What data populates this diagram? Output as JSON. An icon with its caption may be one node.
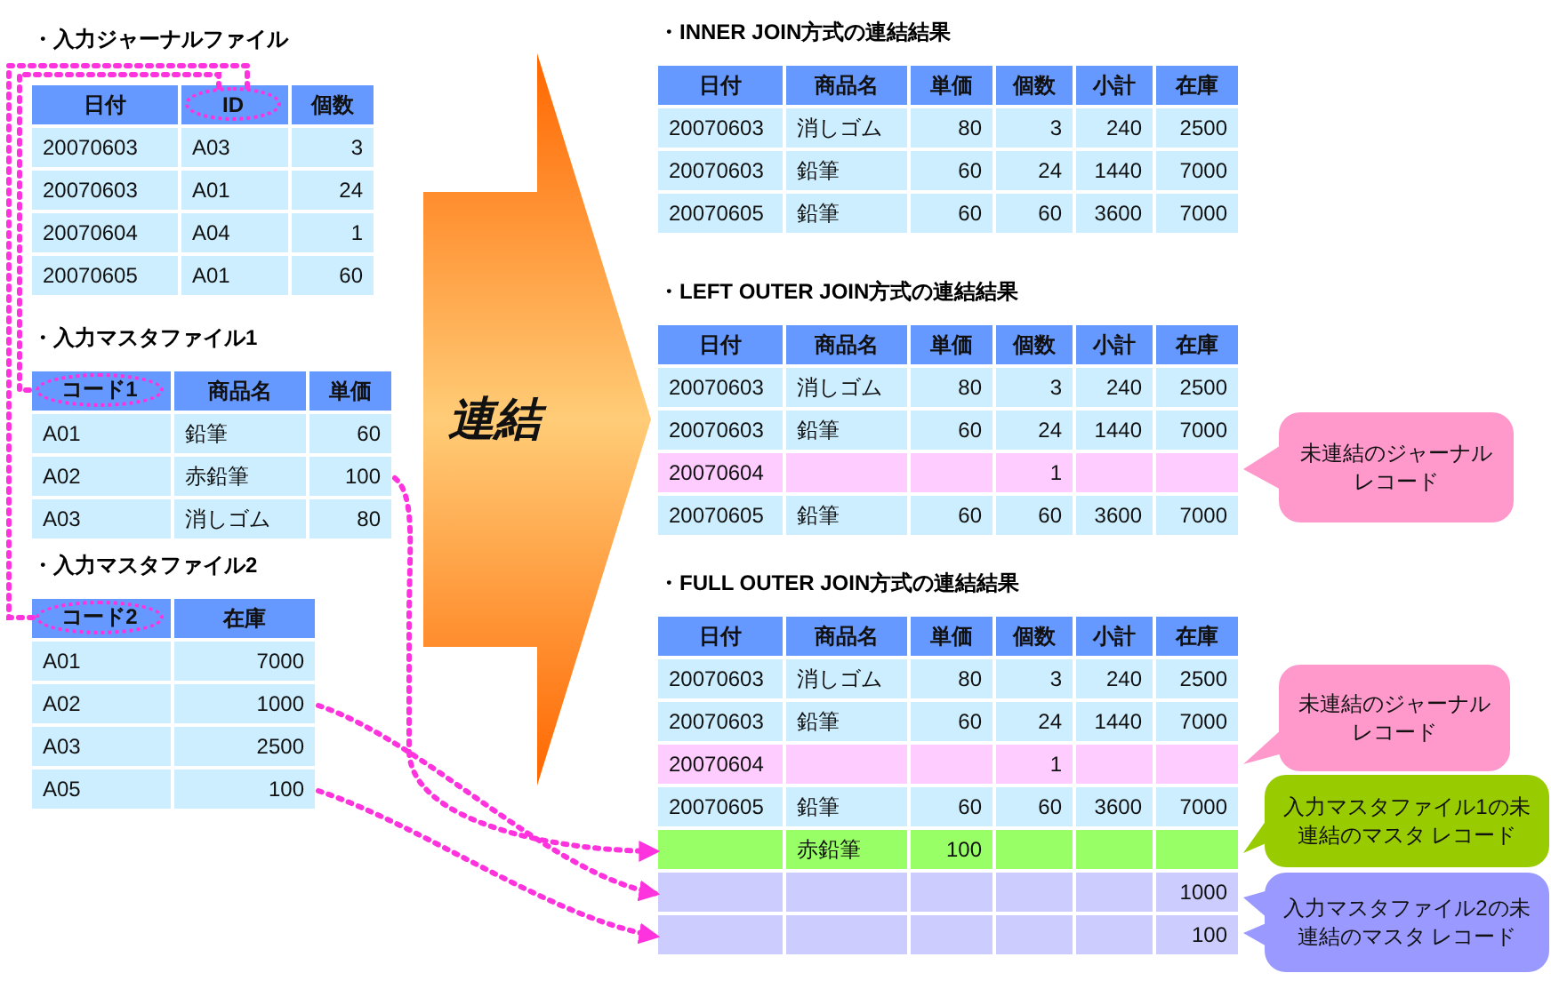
{
  "diagram": {
    "nodes": [
      {
        "text": [
          "・入力ジャーナルファイル"
        ]
      },
      {
        "text": [
          "日付",
          "個数"
        ],
        "in": 0
      },
      {
        "text": [
          "ID"
        ],
        "in": 1
      },
      {
        "text": [
          "20070603",
          "A03",
          "3"
        ],
        "in": 0
      },
      {
        "text": [
          "20070603",
          "A01",
          "24"
        ],
        "in": 0
      },
      {
        "text": [
          "20070604",
          "A04",
          "1"
        ],
        "in": 0
      },
      {
        "text": [
          "20070605",
          "A01",
          "60"
        ],
        "in": 0
      },
      {
        "text": [
          "・入力マスタファイル1"
        ]
      },
      {
        "text": [
          "商品名",
          "単価"
        ],
        "in": 7
      },
      {
        "text": [
          "コード1"
        ],
        "in": 8
      },
      {
        "text": [
          "A01",
          "鉛筆",
          "60"
        ],
        "in": 7
      },
      {
        "text": [
          "A02",
          "赤鉛筆",
          "100"
        ],
        "in": 7
      },
      {
        "text": [
          "A03",
          "消しゴム",
          "80"
        ],
        "in": 7
      },
      {
        "text": [
          "・入力マスタファイル2"
        ]
      },
      {
        "text": [
          "在庫"
        ],
        "in": 13
      },
      {
        "text": [
          "コード2"
        ],
        "in": 14
      },
      {
        "text": [
          "A01",
          "7000"
        ],
        "in": 13
      },
      {
        "text": [
          "A02",
          "1000"
        ],
        "in": 13
      },
      {
        "text": [
          "A03",
          "2500"
        ],
        "in": 13
      },
      {
        "text": [
          "A05",
          "100"
        ],
        "in": 13
      },
      {
        "text": [
          "連結"
        ]
      },
      {
        "text": [
          "・INNER JOIN方式の連結結果"
        ]
      },
      {
        "text": [
          "日付",
          "商品名",
          "単価",
          "個数",
          "小計",
          "在庫"
        ],
        "in": 21
      },
      {
        "text": [
          "20070603",
          "消しゴム",
          "80",
          "3",
          "240",
          "2500"
        ],
        "in": 21
      },
      {
        "text": [
          "20070603",
          "鉛筆",
          "60",
          "24",
          "1440",
          "7000"
        ],
        "in": 21
      },
      {
        "text": [
          "20070605",
          "鉛筆",
          "60",
          "60",
          "3600",
          "7000"
        ],
        "in": 21
      },
      {
        "text": [
          "・LEFT OUTER JOIN方式の連結結果"
        ]
      },
      {
        "text": [
          "日付",
          "商品名",
          "単価",
          "個数",
          "小計",
          "在庫"
        ],
        "in": 26
      },
      {
        "text": [
          "20070603",
          "消しゴム",
          "80",
          "3",
          "240",
          "2500"
        ],
        "in": 26
      },
      {
        "text": [
          "20070603",
          "鉛筆",
          "60",
          "24",
          "1440",
          "7000"
        ],
        "in": 26
      },
      {
        "text": [
          "20070604",
          "1"
        ],
        "in": 26
      },
      {
        "text": [
          "20070605",
          "鉛筆",
          "60",
          "60",
          "3600",
          "7000"
        ],
        "in": 26
      },
      {
        "text": [
          "未連結のジャーナルレコード"
        ]
      },
      {
        "text": [
          "・FULL OUTER JOIN方式の連結結果"
        ]
      },
      {
        "text": [
          "日付",
          "商品名",
          "単価",
          "個数",
          "小計",
          "在庫"
        ],
        "in": 33
      },
      {
        "text": [
          "20070603",
          "消しゴム",
          "80",
          "3",
          "240",
          "2500"
        ],
        "in": 33
      },
      {
        "text": [
          "20070603",
          "鉛筆",
          "60",
          "24",
          "1440",
          "7000"
        ],
        "in": 33
      },
      {
        "text": [
          "20070604",
          "1"
        ],
        "in": 33
      },
      {
        "text": [
          "20070605",
          "鉛筆",
          "60",
          "60",
          "3600",
          "7000"
        ],
        "in": 33
      },
      {
        "text": [
          "赤鉛筆",
          "100"
        ],
        "in": 33
      },
      {
        "text": [
          "1000"
        ],
        "in": 33
      },
      {
        "text": [
          "100"
        ],
        "in": 33
      },
      {
        "text": [
          "未連結のジャーナルレコード"
        ]
      },
      {
        "text": [
          "入力マスタファイル1の未連結のマスタ レコード"
        ]
      },
      {
        "text": [
          "入力マスタファイル2の未連結のマスタ レコード"
        ]
      }
    ],
    "edges": [
      {
        "from": 2,
        "to": 9,
        "arrow": "none",
        "style": "dashed",
        "color": "#ff33dd"
      },
      {
        "from": 2,
        "to": 15,
        "arrow": "none",
        "style": "dashed",
        "color": "#ff33dd"
      },
      {
        "from": 11,
        "to": 39,
        "arrow": "to",
        "style": "dashed",
        "color": "#ff33dd"
      },
      {
        "from": 17,
        "to": 40,
        "arrow": "to",
        "style": "dashed",
        "color": "#ff33dd"
      },
      {
        "from": 19,
        "to": 41,
        "arrow": "to",
        "style": "dashed",
        "color": "#ff33dd"
      }
    ]
  }
}
